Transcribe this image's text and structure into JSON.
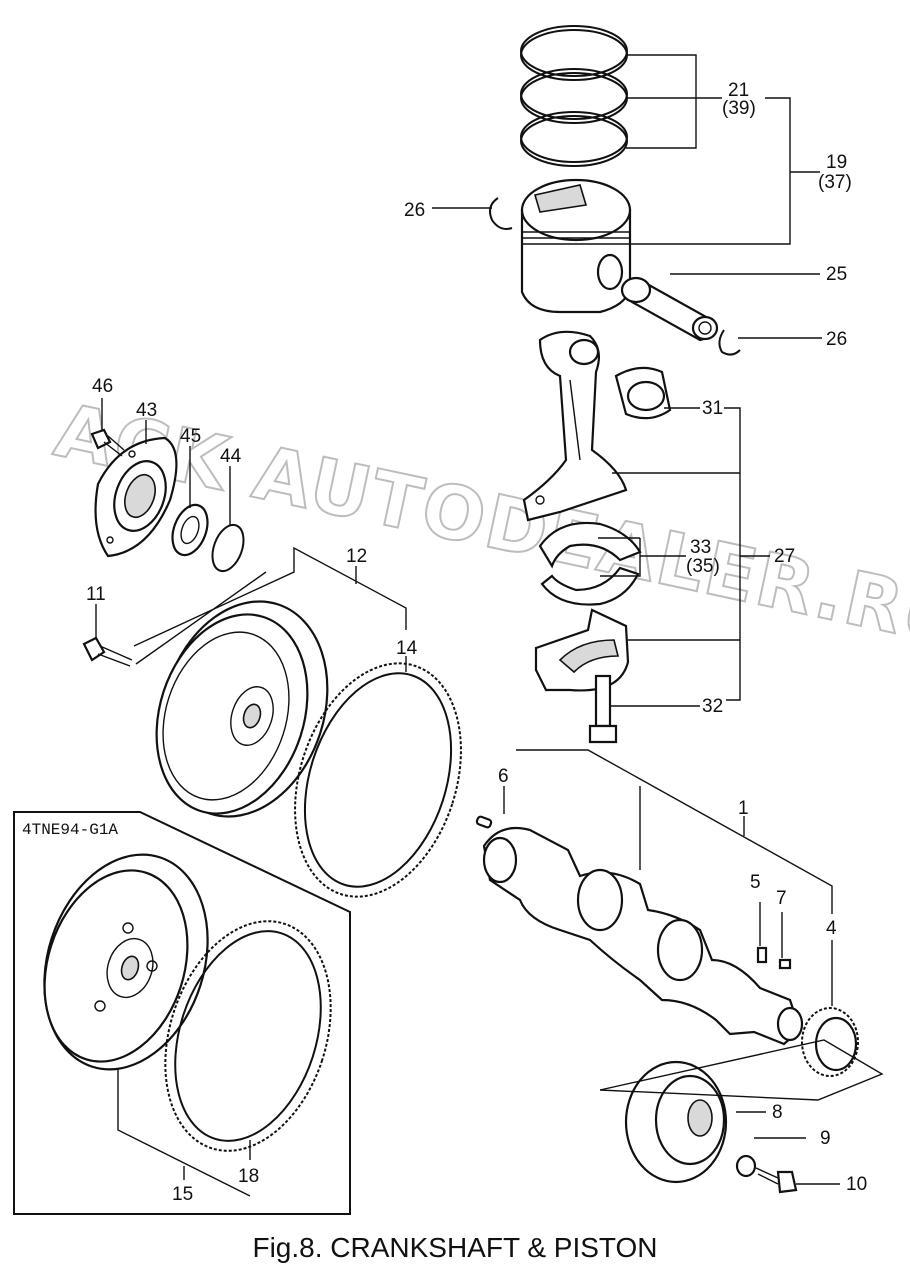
{
  "figure": {
    "caption": "Fig.8.  CRANKSHAFT & PISTON",
    "watermark": "ACK AUTODEALER.RU",
    "inset_title": "4TNE94-G1A"
  },
  "callouts": {
    "p1": "1",
    "p4": "4",
    "p5": "5",
    "p6": "6",
    "p7": "7",
    "p8": "8",
    "p9": "9",
    "p10": "10",
    "p11": "11",
    "p12": "12",
    "p14": "14",
    "p15": "15",
    "p18": "18",
    "p19": "19",
    "p19b": "(37)",
    "p21": "21",
    "p21b": "(39)",
    "p25": "25",
    "p26a": "26",
    "p26b": "26",
    "p27": "27",
    "p31": "31",
    "p32": "32",
    "p33": "33",
    "p33b": "(35)",
    "p43": "43",
    "p44": "44",
    "p45": "45",
    "p46": "46"
  },
  "colors": {
    "line": "#111111",
    "shade": "#d9d9d9",
    "watermark": "#bdbdbd"
  }
}
